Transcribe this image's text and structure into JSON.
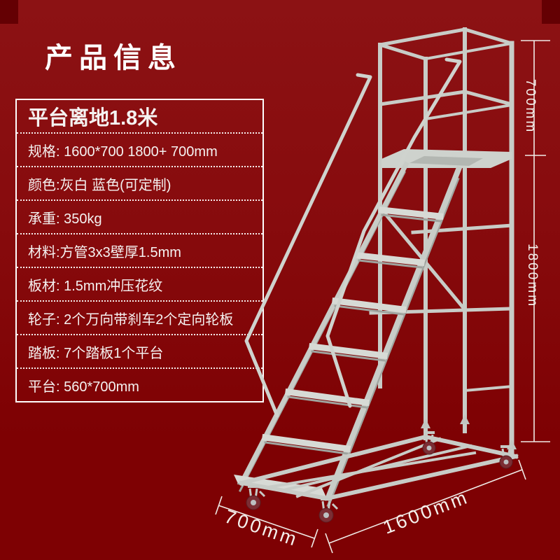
{
  "header": {
    "title": "产品信息"
  },
  "spec_table": {
    "headline": "平台离地1.8米",
    "rows": [
      "规格: 1600*700 1800+ 700mm",
      "颜色:灰白  蓝色(可定制)",
      "承重: 350kg",
      "材料:方管3x3壁厚1.5mm",
      "板材: 1.5mm冲压花纹",
      "轮子: 2个万向带刹车2个定向轮板",
      "踏板: 7个踏板1个平台",
      "平台: 560*700mm"
    ]
  },
  "diagram": {
    "labels": {
      "cage_height": "700mm",
      "platform_height": "1800mm",
      "depth": "700mm",
      "length": "1600mm"
    }
  },
  "colors": {
    "background": "#7e0103",
    "background_top": "#8c1214",
    "corner_accent": "#640003",
    "panel_border": "#ffffff",
    "text": "#f5f2f1",
    "steel": "#c8ccc7",
    "wheel": "#7c2e34"
  }
}
